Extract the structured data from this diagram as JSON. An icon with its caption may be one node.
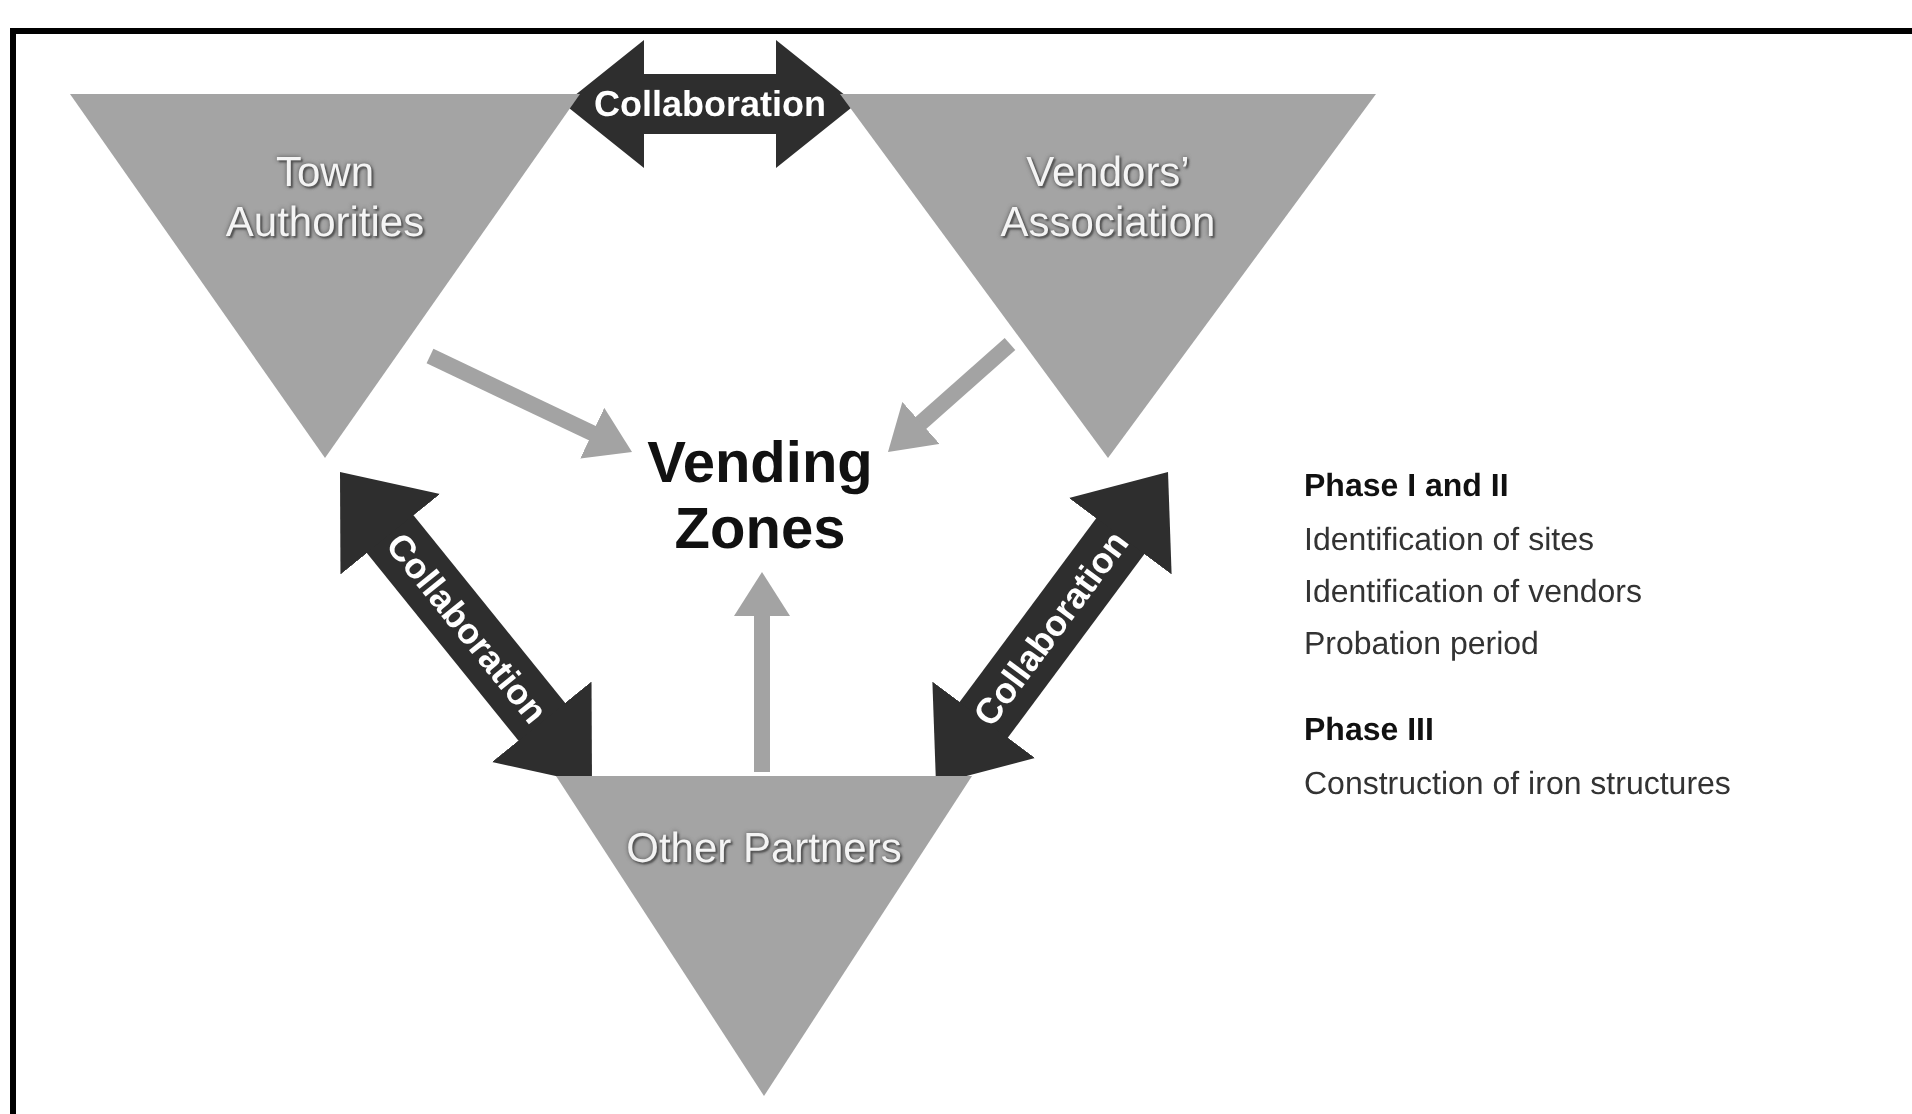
{
  "diagram": {
    "nodes": [
      {
        "text": [
          "Town Authorities"
        ]
      },
      {
        "text": [
          "Vendors’ Association"
        ]
      },
      {
        "text": [
          "Vending Zones"
        ]
      },
      {
        "text": [
          "Other Partners"
        ]
      }
    ],
    "edges": [
      {
        "from": 0,
        "to": 1,
        "arrow": "both",
        "label": "Collaboration",
        "style": "thick",
        "color": "#2e2e2e"
      },
      {
        "from": 0,
        "to": 3,
        "arrow": "both",
        "label": "Collaboration",
        "style": "thick",
        "color": "#2e2e2e"
      },
      {
        "from": 1,
        "to": 3,
        "arrow": "both",
        "label": "Collaboration",
        "style": "thick",
        "color": "#2e2e2e"
      },
      {
        "from": 0,
        "to": 2,
        "arrow": "to",
        "color": "#a3a3a3"
      },
      {
        "from": 1,
        "to": 2,
        "arrow": "to",
        "color": "#a3a3a3"
      },
      {
        "from": 3,
        "to": 2,
        "arrow": "to",
        "color": "#a3a3a3"
      }
    ],
    "labels": [
      "Phase I and II",
      "Identification of sites",
      "Identification of vendors",
      "Probation period",
      "Phase III",
      "Construction of iron structures"
    ]
  }
}
